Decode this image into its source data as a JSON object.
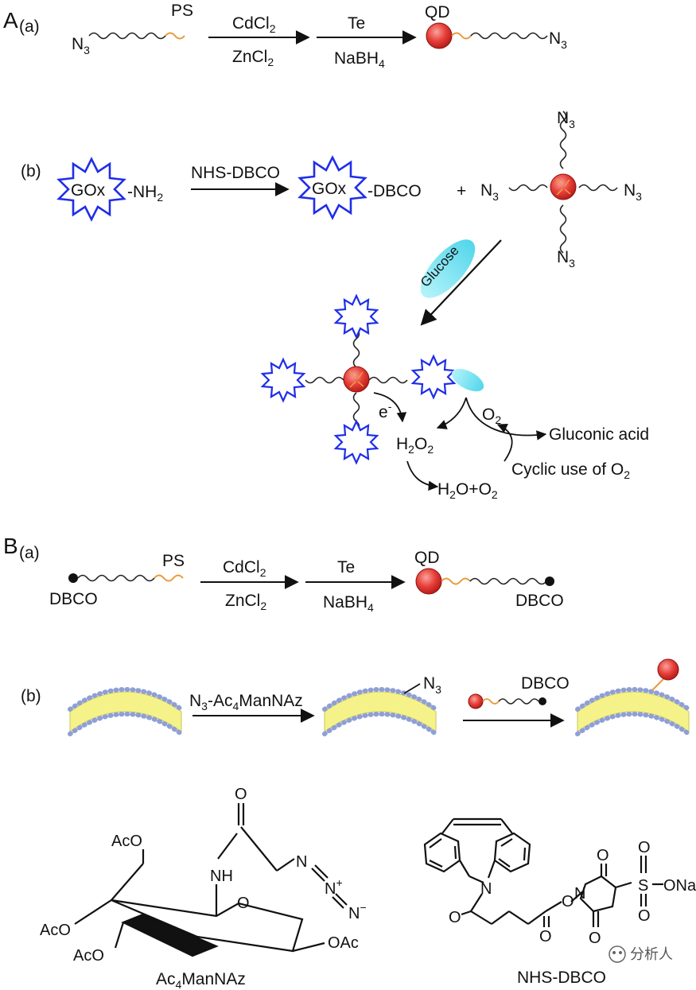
{
  "panel_a": {
    "label": "A",
    "a": {
      "sub": "(a)",
      "n3": "N3",
      "ps": "PS",
      "step1_top": "CdCl2",
      "step1_bottom": "ZnCl2",
      "step2_top": "Te",
      "step2_bottom": "NaBH4",
      "qd": "QD",
      "n3_right": "N3"
    },
    "b": {
      "sub": "(b)",
      "gox": "GOx",
      "nh2": "-NH2",
      "reagent": "NHS-DBCO",
      "gox2": "GOx",
      "dbco": "-DBCO",
      "plus": "+",
      "n3_top": "N3",
      "n3_left": "N3",
      "n3_right": "N3",
      "n3_bottom": "N3",
      "glucose": "Glucose",
      "electron": "e-",
      "h2o2": "H2O2",
      "o2": "O2",
      "gluconic": "Gluconic acid",
      "cyclic": "Cyclic use of O2",
      "h2o_o2": "H2O+O2"
    }
  },
  "panel_b": {
    "label": "B",
    "a": {
      "sub": "(a)",
      "dbco_left": "DBCO",
      "ps": "PS",
      "step1_top": "CdCl2",
      "step1_bottom": "ZnCl2",
      "step2_top": "Te",
      "step2_bottom": "NaBH4",
      "qd": "QD",
      "dbco_right": "DBCO"
    },
    "b": {
      "sub": "(b)",
      "reagent": "N3-Ac4ManNAz",
      "n3": "N3",
      "dbco": "DBCO"
    }
  },
  "structures": {
    "left": {
      "o_top": "O",
      "nh": "NH",
      "n_chain": "N",
      "n_plus": "N+",
      "n_minus": "N−",
      "aco_top": "AcO",
      "ring_o": "O",
      "aco_mid": "AcO",
      "aco_bot": "AcO",
      "oac": "OAc",
      "name": "Ac4ManNAz"
    },
    "right": {
      "n_ring": "N",
      "o_carbonyl": "O",
      "o_ester": "O",
      "o_link": "O",
      "n_succ": "N",
      "o_succ_top": "O",
      "o_succ_bot": "O",
      "s": "S",
      "o_s_top": "O",
      "o_s_bot": "O",
      "ona": "ONa",
      "name": "NHS-DBCO"
    }
  },
  "watermark": "分析人",
  "colors": {
    "qd_red": "#e8403a",
    "ps_orange": "#e89a3c",
    "gox_blue": "#1f2ee8",
    "glucose_cyan": "#7fe3f0",
    "lipid_yellow": "#f5f28a",
    "lipid_head": "#8f9fd6"
  }
}
